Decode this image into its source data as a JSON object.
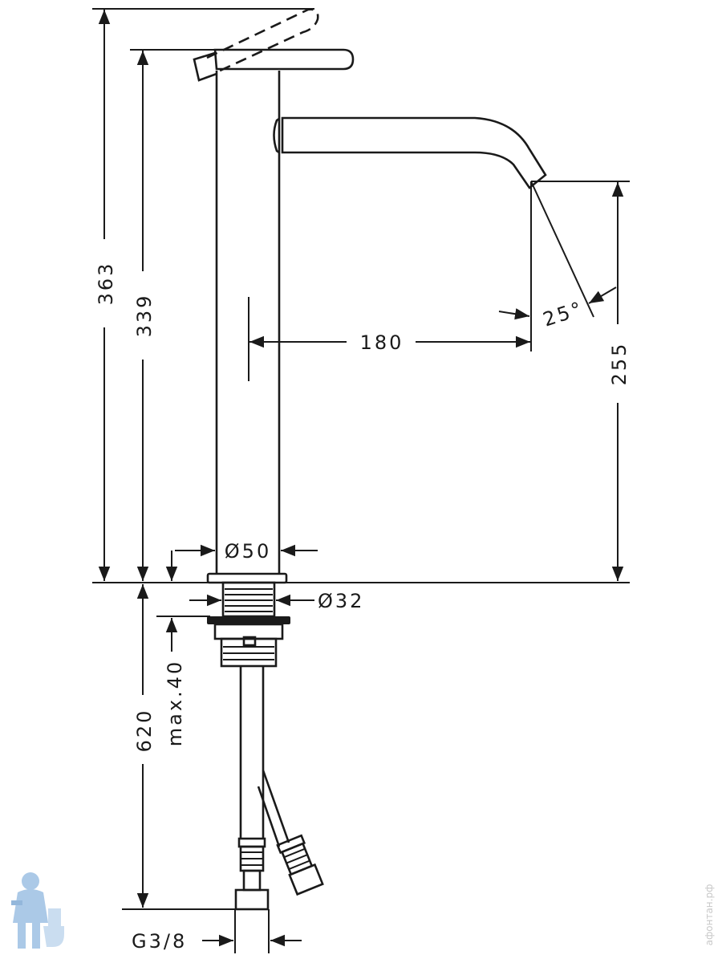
{
  "dimensions": {
    "overall_height": "363",
    "body_height": "339",
    "spout_height": "255",
    "spout_reach": "180",
    "spout_angle": "25°",
    "body_diameter": "Ø50",
    "shank_diameter": "Ø32",
    "hose_length": "620",
    "max_counter_thickness": "max.40",
    "connection_thread": "G3/8"
  },
  "watermark": {
    "text": "афонтан.рф"
  },
  "colors": {
    "line": "#1a1a1a",
    "watermark": "#c8c8c8",
    "mascot": "#8fb7e0"
  },
  "icons": {
    "mascot": "plumber-mascot-icon"
  }
}
